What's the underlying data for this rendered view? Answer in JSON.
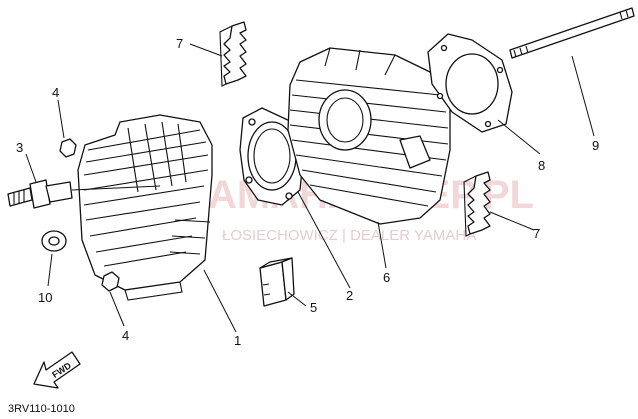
{
  "diagram_code": "3RV110-1010",
  "forward_arrow_label": "FWD",
  "watermark": {
    "main": "YAMAHA-KLEP.PL",
    "sub": "ŁOSIECHOWICZ | DEALER YAMAHA"
  },
  "callouts": [
    "7",
    "4",
    "3",
    "10",
    "4",
    "1",
    "5",
    "2",
    "6",
    "8",
    "9",
    "7"
  ]
}
